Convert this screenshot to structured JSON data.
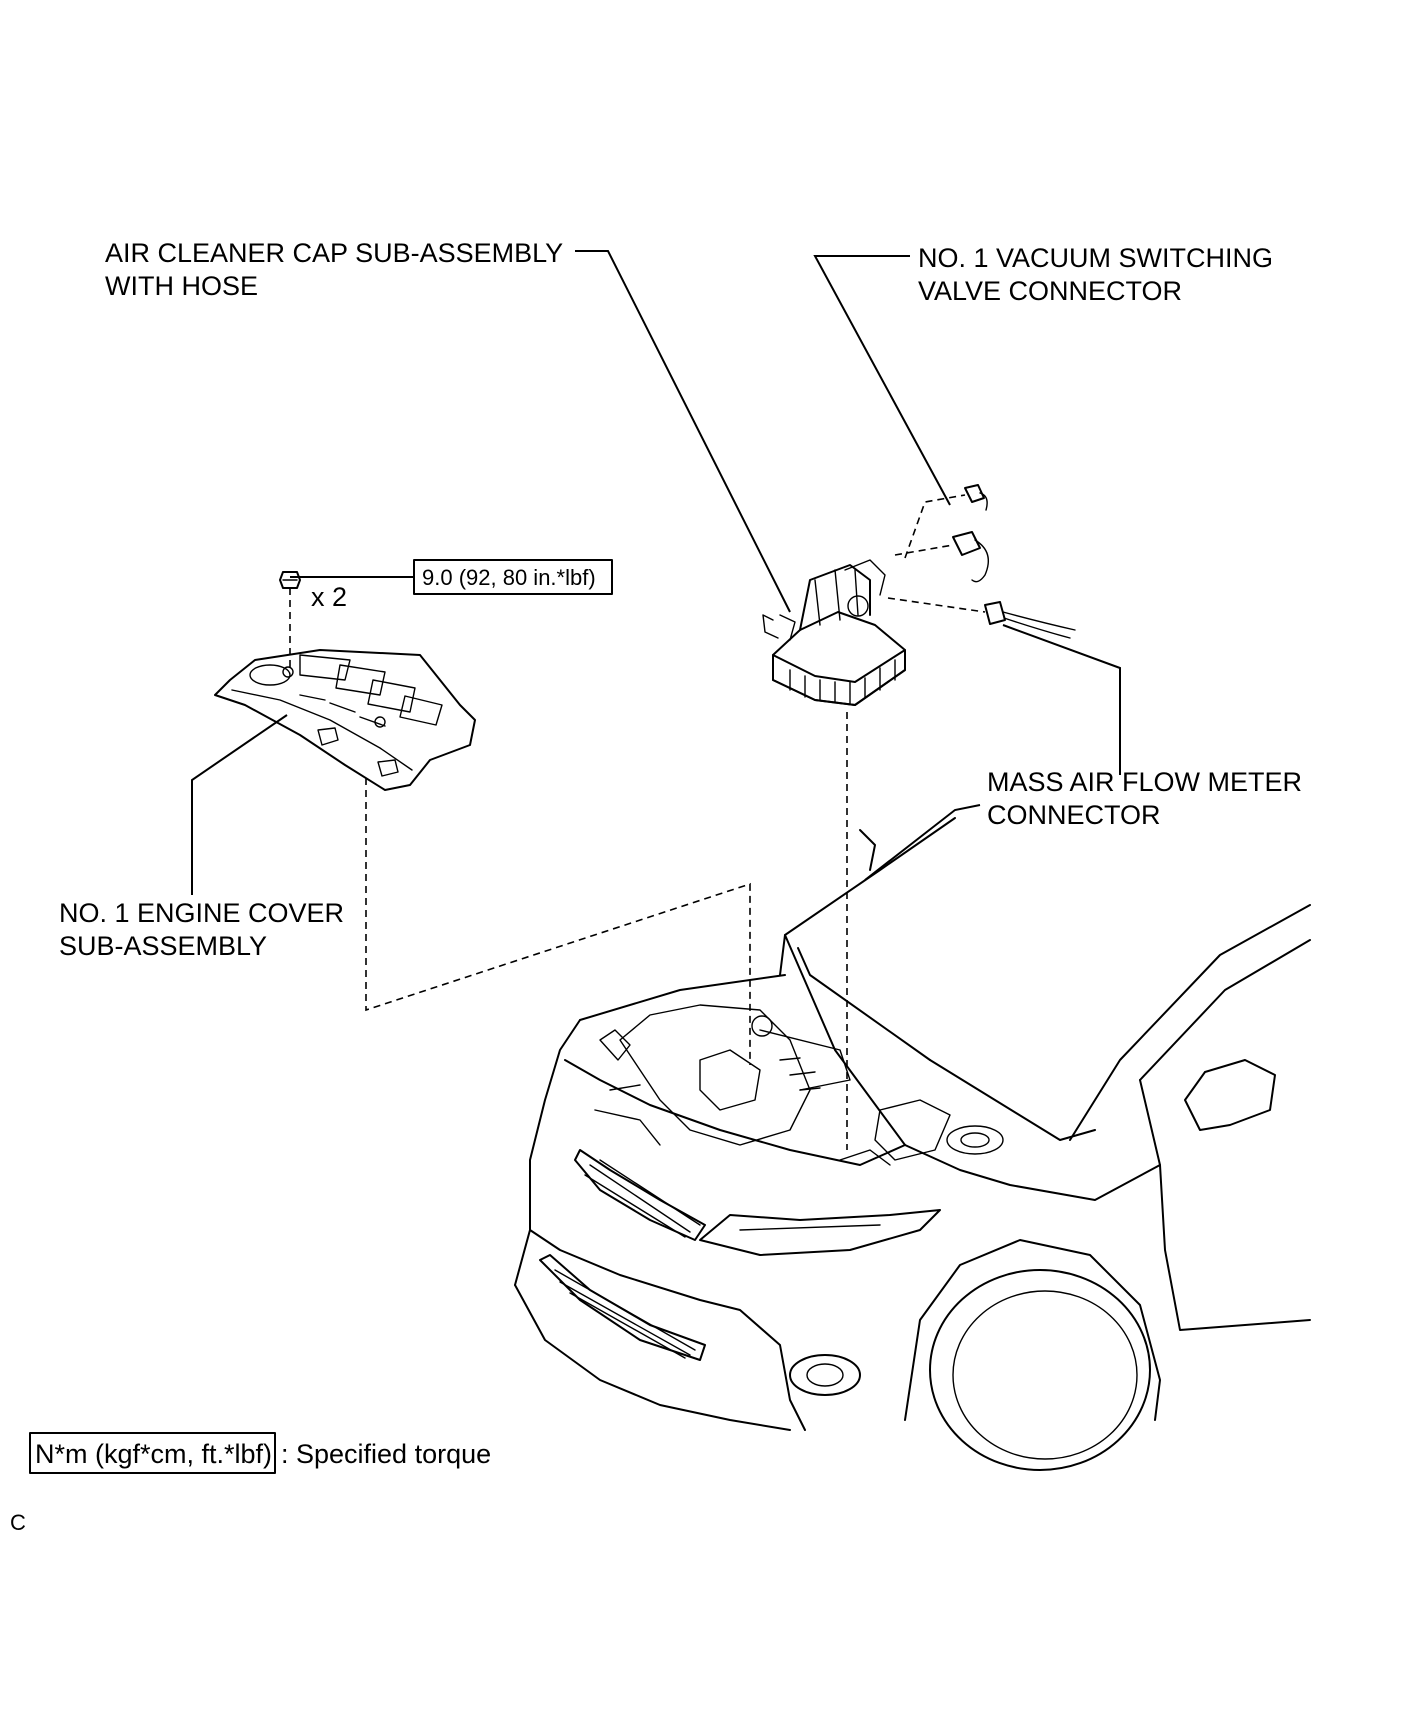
{
  "labels": {
    "air_cleaner_line1": "AIR CLEANER CAP SUB-ASSEMBLY",
    "air_cleaner_line2": "WITH HOSE",
    "vsv_line1": "NO. 1 VACUUM SWITCHING",
    "vsv_line2": "VALVE CONNECTOR",
    "maf_line1": "MASS AIR FLOW METER",
    "maf_line2": "CONNECTOR",
    "engine_cover_line1": "NO. 1 ENGINE COVER",
    "engine_cover_line2": "SUB-ASSEMBLY"
  },
  "torque": {
    "value": "9.0 (92, 80 in.*lbf)",
    "quantity": "x 2"
  },
  "legend": {
    "unit_box": "N*m (kgf*cm, ft.*lbf)",
    "description": ": Specified torque"
  },
  "figure_code": "C",
  "colors": {
    "line": "#000000",
    "background": "#ffffff"
  }
}
